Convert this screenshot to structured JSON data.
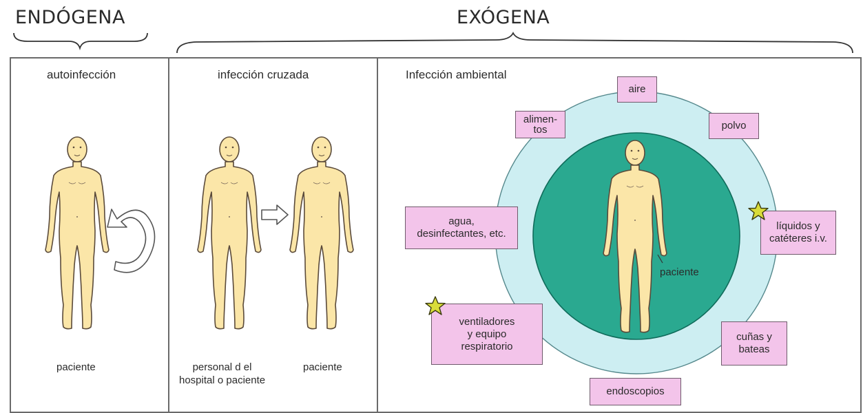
{
  "headers": {
    "endogena": "ENDÓGENA",
    "exogena": "EXÓGENA"
  },
  "panels": {
    "autoinfeccion": {
      "title": "autoinfección",
      "caption": "paciente"
    },
    "cruzada": {
      "title": "infección cruzada",
      "caption_left": "personal d el\nhospital o paciente",
      "caption_right": "paciente"
    },
    "ambiental": {
      "title": "Infección ambiental",
      "patient_label": "paciente",
      "sources": {
        "aire": "aire",
        "alimentos": "alimen-\ntos",
        "polvo": "polvo",
        "agua": "agua,\ndesinfectantes, etc.",
        "liquidos": "líquidos y\ncatéteres i.v.",
        "ventiladores": "ventiladores\ny equipo\nrespiratorio",
        "cunas": "cuñas y\nbateas",
        "endoscopios": "endoscopios"
      }
    }
  },
  "colors": {
    "skin": "#fbe6a8",
    "outline": "#5a4a3a",
    "outer_ring": "#cdeef2",
    "inner_circle": "#2aa990",
    "box_fill": "#f3c4ea",
    "star": "#d9dc3a"
  },
  "icons": [
    "human-figure",
    "circular-arrow",
    "right-arrow",
    "star-icon"
  ]
}
